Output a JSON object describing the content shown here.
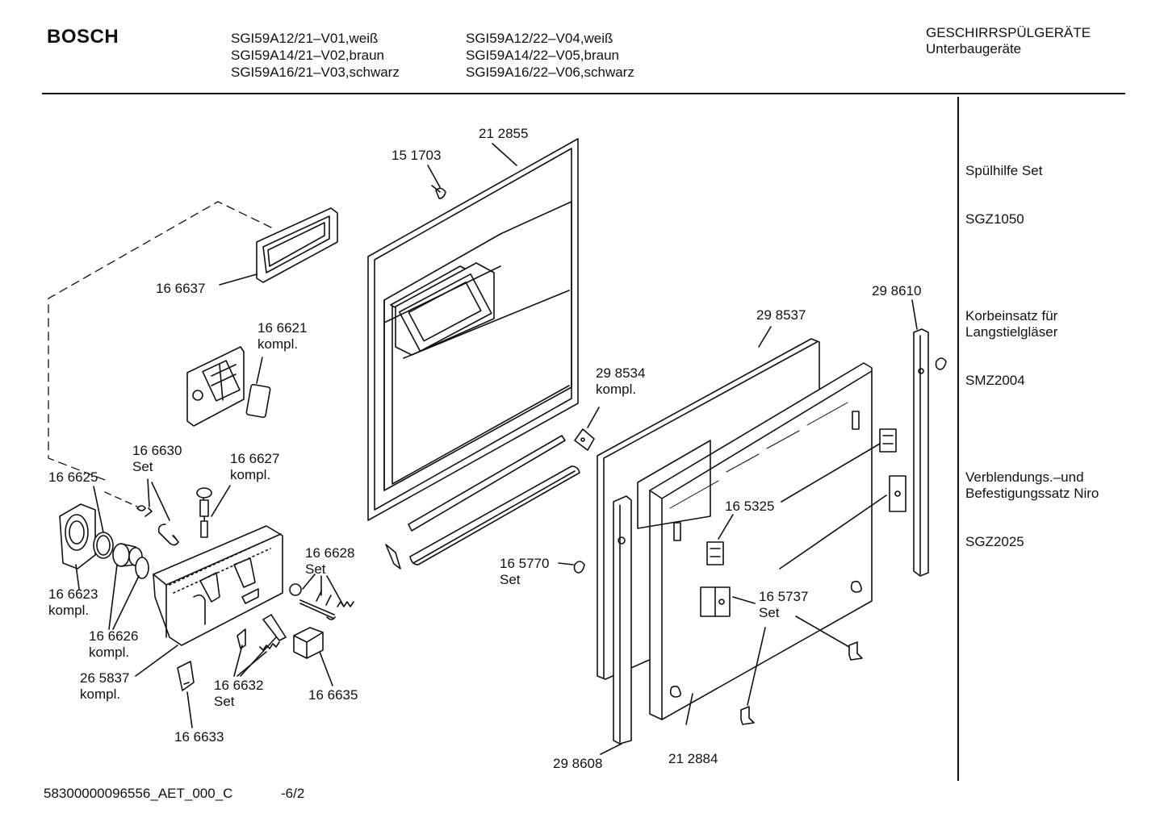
{
  "header": {
    "brand": "BOSCH",
    "models_col1": [
      "SGI59A12/21–V01,weiß",
      "SGI59A14/21–V02,braun",
      "SGI59A16/21–V03,schwarz"
    ],
    "models_col2": [
      "SGI59A12/22–V04,weiß",
      "SGI59A14/22–V05,braun",
      "SGI59A16/22–V06,schwarz"
    ],
    "category": "GESCHIRRSPÜLGERÄTE",
    "subcategory": "Unterbaugeräte"
  },
  "accessories": [
    {
      "name": "Spülhilfe Set",
      "code": "SGZ1050"
    },
    {
      "name": "Korbeinsatz für\nLangstielgläser",
      "code": "SMZ2004"
    },
    {
      "name": "Verblendungs.–und\nBefestigungssatz Niro",
      "code": "SGZ2025"
    }
  ],
  "parts": {
    "p212855": "21 2855",
    "p151703": "15 1703",
    "p166637": "16 6637",
    "p166621": "16 6621\nkompl.",
    "p166630": "16 6630\nSet",
    "p166627": "16 6627\nkompl.",
    "p166625": "16 6625",
    "p166623": "16 6623\nkompl.",
    "p166626": "16 6626\nkompl.",
    "p265837": "26 5837\nkompl.",
    "p166628": "16 6628\nSet",
    "p166632": "16 6632\nSet",
    "p166635": "16 6635",
    "p166633": "16 6633",
    "p298534": "29 8534\nkompl.",
    "p298537": "29 8537",
    "p298610": "29 8610",
    "p165325": "16 5325",
    "p165770": "16 5770\nSet",
    "p165737": "16 5737\nSet",
    "p298608": "29 8608",
    "p212884": "21 2884"
  },
  "footer": {
    "doc_id": "58300000096556_AET_000_C",
    "page": "-6/2"
  }
}
